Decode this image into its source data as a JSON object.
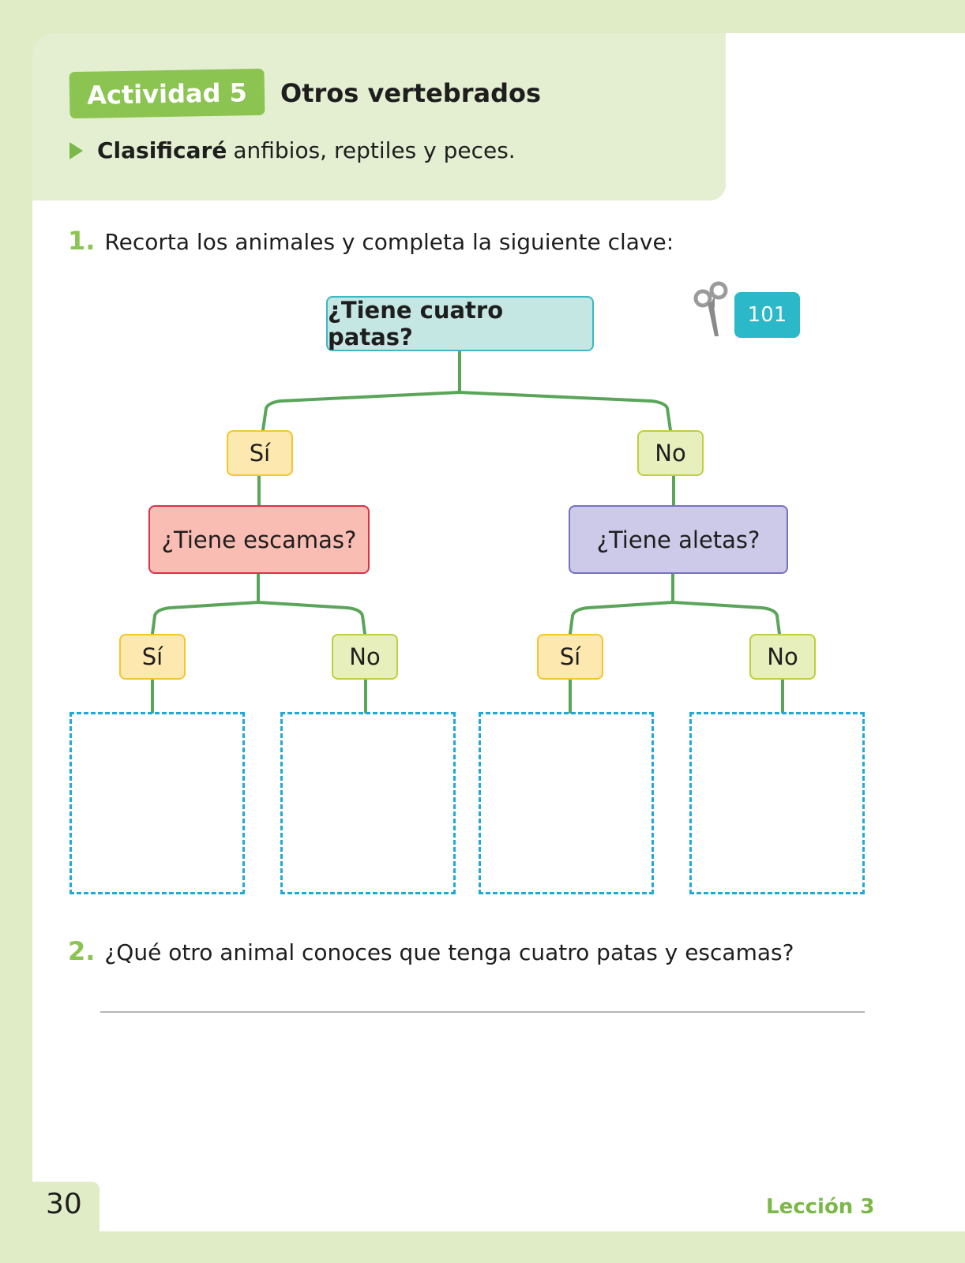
{
  "activity": {
    "badge": "Actividad 5",
    "title": "Otros vertebrados",
    "objective_bold": "Clasificaré",
    "objective_rest": "anfibios, reptiles y peces."
  },
  "questions": [
    {
      "number": "1.",
      "text": "Recorta los animales y completa la siguiente clave:"
    },
    {
      "number": "2.",
      "text": "¿Qué otro animal conoces que tenga cuatro patas y escamas?"
    }
  ],
  "cutout": {
    "page": "101",
    "icon": "scissors-icon"
  },
  "key": {
    "root": "¿Tiene cuatro patas?",
    "level1": {
      "yes": "Sí",
      "no": "No"
    },
    "left_question": "¿Tiene escamas?",
    "right_question": "¿Tiene aletas?",
    "left_branches": {
      "yes": "Sí",
      "no": "No"
    },
    "right_branches": {
      "yes": "Sí",
      "no": "No"
    }
  },
  "footer": {
    "page_number": "30",
    "lesson": "Lección 3"
  },
  "colors": {
    "accent_green": "#8cc452",
    "cyan": "#2bb8c8",
    "dashed_box": "#1faad6",
    "line_green": "#5aa55a"
  }
}
